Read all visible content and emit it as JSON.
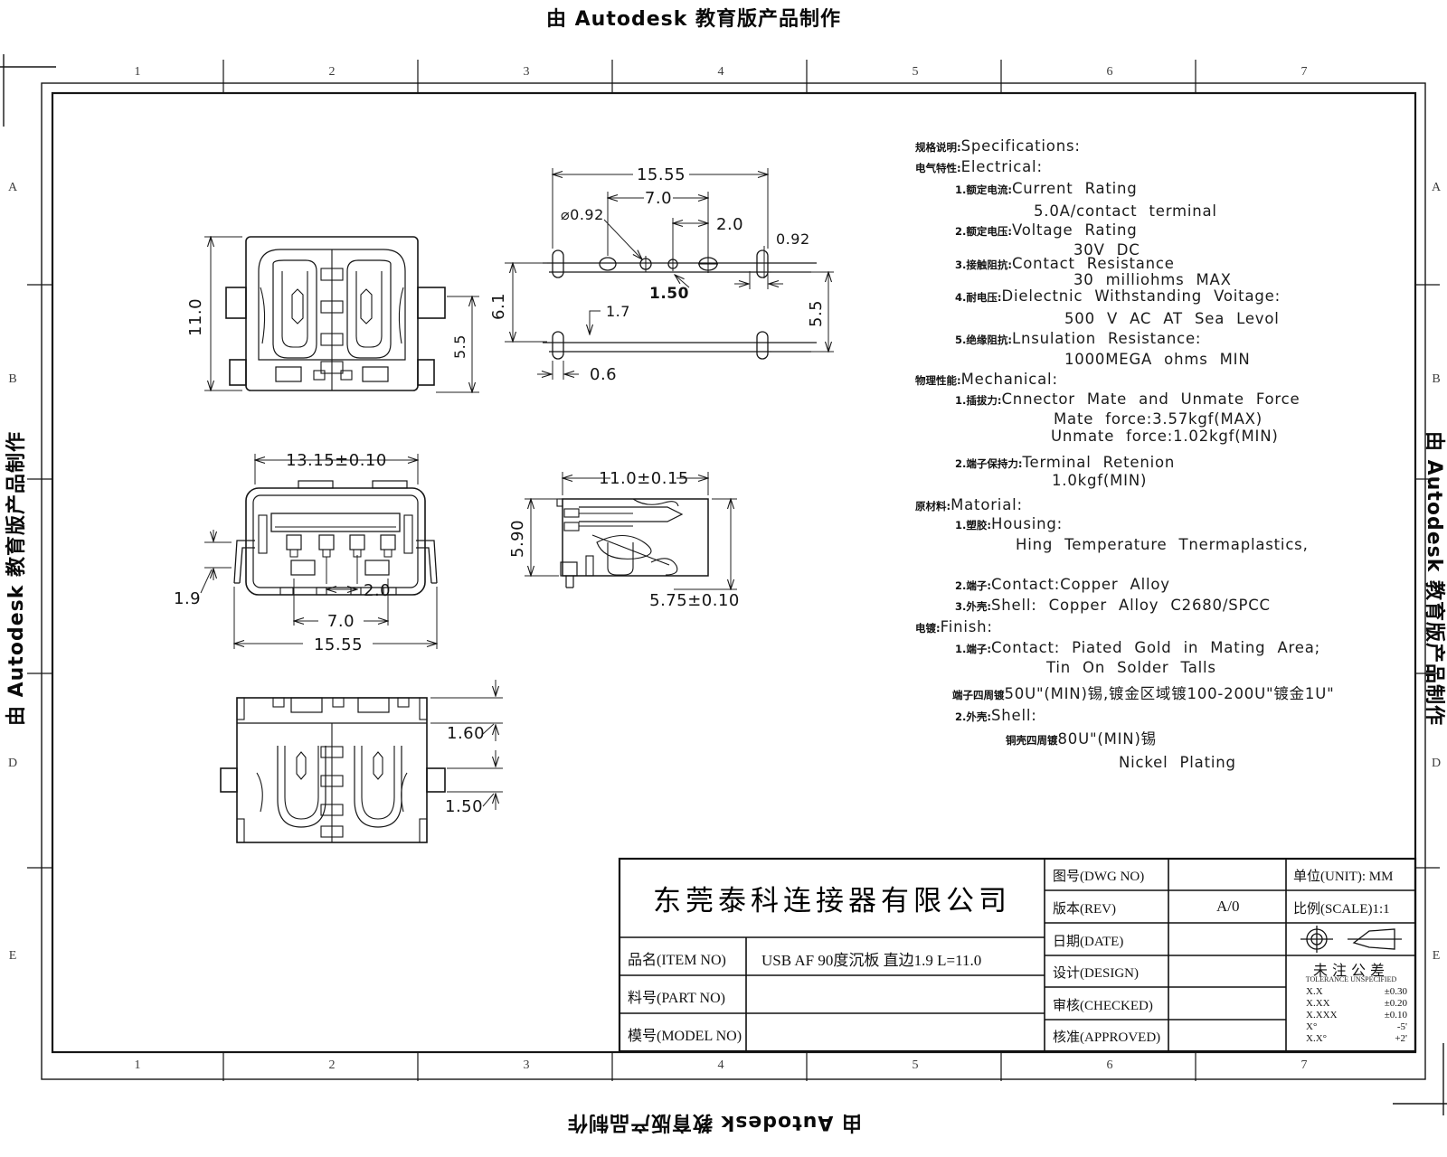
{
  "watermark": {
    "text": "由 Autodesk 教育版产品制作"
  },
  "frame": {
    "cols": [
      "1",
      "2",
      "3",
      "4",
      "5",
      "6",
      "7"
    ],
    "rows": [
      "A",
      "B",
      "D",
      "E"
    ]
  },
  "dims": {
    "va_height": "11.0",
    "va_side": "5.5",
    "vb_total": "15.55",
    "vb_pitch": "7.0",
    "vb_hole": "⌀0.92",
    "vb_gap": "2.0",
    "vb_pad": "0.92",
    "vb_slot": "1.50",
    "vb_off": "1.7",
    "vb_rows": "6.1",
    "vb_side": "5.5",
    "vb_slotw": "0.6",
    "vc_width": "13.15±0.10",
    "vc_pin": "1.9",
    "vc_gap": "2.0",
    "vc_pitch": "7.0",
    "vc_total": "15.55",
    "vd_len": "11.0±0.15",
    "vd_height": "5.90",
    "vd_depth": "5.75±0.10",
    "ve_top": "1.60",
    "ve_tab": "1.50"
  },
  "specs": {
    "lines": [
      {
        "zh": "规格说明:",
        "en": "Specifications:",
        "pl": 0,
        "mt": 0
      },
      {
        "zh": "电气特性:",
        "en": "Electrical:",
        "pl": 0,
        "mt": 3
      },
      {
        "zh": "1.额定电流:",
        "en": " Current  Rating",
        "pl": 44,
        "mt": 4
      },
      {
        "zh": "",
        "en": "5.0A/contact  terminal",
        "pl": 131,
        "mt": 5
      },
      {
        "zh": "2.额定电压:",
        "en": " Voltage  Rating",
        "pl": 44,
        "mt": 1
      },
      {
        "zh": "",
        "en": "30V  DC",
        "pl": 175,
        "mt": 2
      },
      {
        "zh": "3.接触阻抗:",
        "en": "Contact  Resistance",
        "pl": 44,
        "mt": -5
      },
      {
        "zh": "",
        "en": "30  milliohms  MAX",
        "pl": 175,
        "mt": -2
      },
      {
        "zh": "4.耐电压:",
        "en": "Dielectnic  Withstanding  Voitage:",
        "pl": 44,
        "mt": -2
      },
      {
        "zh": "",
        "en": "500  V  AC  AT  Sea  Levol",
        "pl": 165,
        "mt": 5
      },
      {
        "zh": "5.绝缘阻抗:",
        "en": "Lnsulation  Resistance:",
        "pl": 44,
        "mt": 2
      },
      {
        "zh": "",
        "en": "1000MEGA  ohms  MIN",
        "pl": 165,
        "mt": 3
      },
      {
        "zh": "物理性能:",
        "en": "Mechanical:",
        "pl": 0,
        "mt": 2
      },
      {
        "zh": "1.插拔力:",
        "en": " Cnnector  Mate  and  Unmate  Force",
        "pl": 44,
        "mt": 2
      },
      {
        "zh": "",
        "en": "Mate  force:3.57kgf(MAX)",
        "pl": 153,
        "mt": 2
      },
      {
        "zh": "",
        "en": "Unmate  force:1.02kgf(MIN)",
        "pl": 150,
        "mt": -1
      },
      {
        "zh": "2.端子保持力:",
        "en": " Terminal  Retenion",
        "pl": 44,
        "mt": 9
      },
      {
        "zh": "",
        "en": "1.0kgf(MIN)",
        "pl": 151,
        "mt": 0
      },
      {
        "zh": "原材料:",
        "en": "Matorial:",
        "pl": 0,
        "mt": 7
      },
      {
        "zh": "1.塑胶:",
        "en": "Housing:",
        "pl": 44,
        "mt": 1
      },
      {
        "zh": "",
        "en": "Hing  Temperature    Tnermaplastics,",
        "pl": 111,
        "mt": 3
      },
      {
        "zh": "2.端子:",
        "en": "Contact:Copper  Alloy",
        "pl": 44,
        "mt": 24
      },
      {
        "zh": "3.外壳:",
        "en": "Shell:  Copper  Alloy  C2680/SPCC",
        "pl": 44,
        "mt": 3
      },
      {
        "zh": "电镀:",
        "en": "Finish:",
        "pl": 0,
        "mt": 4
      },
      {
        "zh": "1.端子:",
        "en": "Contact:  Piated  Gold  in  Mating  Area;",
        "pl": 44,
        "mt": 3
      },
      {
        "zh": "",
        "en": "Tin  On  Solder  Talls",
        "pl": 145,
        "mt": 2
      },
      {
        "zh": "端子四周镀",
        "en": "50U\"(MIN)锡,镀金区域镀100-200U\"镀金1U\"",
        "pl": 41,
        "mt": 5
      },
      {
        "zh": "2.外壳:",
        "en": "Shell:",
        "pl": 44,
        "mt": 8
      },
      {
        "zh": "铜壳四周镀",
        "en": "80U\"(MIN)锡",
        "pl": 100,
        "mt": 2
      },
      {
        "zh": "",
        "en": "Nickel  Plating",
        "pl": 225,
        "mt": 10
      }
    ]
  },
  "titleblock": {
    "company": "东莞泰科连接器有限公司",
    "item_label": "品名(ITEM NO)",
    "item_value": "USB AF 90度沉板 直边1.9 L=11.0",
    "part_label": "料号(PART NO)",
    "part_value": "",
    "model_label": "模号(MODEL NO)",
    "model_value": "",
    "dwg_label": "图号(DWG NO)",
    "dwg_value": "",
    "rev_label": "版本(REV)",
    "rev_value": "A/0",
    "date_label": "日期(DATE)",
    "date_value": "",
    "design_label": "设计(DESIGN)",
    "design_value": "",
    "checked_label": "审核(CHECKED)",
    "checked_value": "",
    "approved_label": "核准(APPROVED)",
    "approved_value": "",
    "unit_label": "单位(UNIT): MM",
    "scale_label": "比例(SCALE)1:1",
    "tol_title": "未注公差",
    "tol_subtitle": "TOLERANCE UNSPECIFIED",
    "tol_rows": [
      [
        "X.X",
        "±0.30"
      ],
      [
        "X.XX",
        "±0.20"
      ],
      [
        "X.XXX",
        "±0.10"
      ],
      [
        "X°",
        "-5'"
      ],
      [
        "X.X°",
        "+2'"
      ]
    ]
  }
}
